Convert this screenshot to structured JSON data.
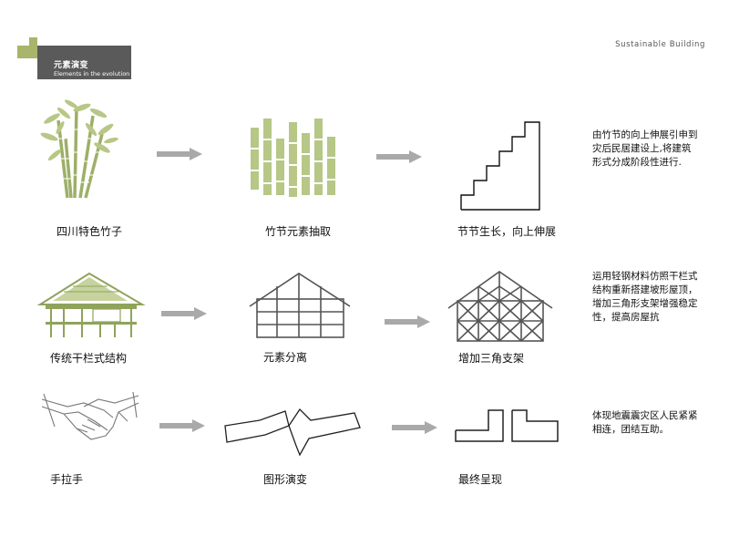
{
  "header": {
    "title_cn": "元素演变",
    "title_en": "Elements in the evolution",
    "tag": "Sustainable  Building"
  },
  "colors": {
    "bamboo_green": "#b7c786",
    "bamboo_dark": "#8fa35a",
    "arrow_gray": "#a9a9a9",
    "logo_green": "#a8b56a",
    "logo_gray": "#5a5a5a"
  },
  "rows": [
    {
      "steps": [
        "四川特色竹子",
        "竹节元素抽取",
        "节节生长，向上伸展"
      ],
      "description": "由竹节的向上伸展引申到灾后民居建设上,将建筑形式分成阶段性进行."
    },
    {
      "steps": [
        "传统干栏式结构",
        "元素分离",
        "增加三角支架"
      ],
      "description": "运用轻钢材料仿照干栏式结构重新搭建坡形屋顶，增加三角形支架增强稳定性，提高房屋抗"
    },
    {
      "steps": [
        "手拉手",
        "图形演变",
        "最终呈现"
      ],
      "description": "体现地震震灾区人民紧紧相连，团结互助。"
    }
  ]
}
